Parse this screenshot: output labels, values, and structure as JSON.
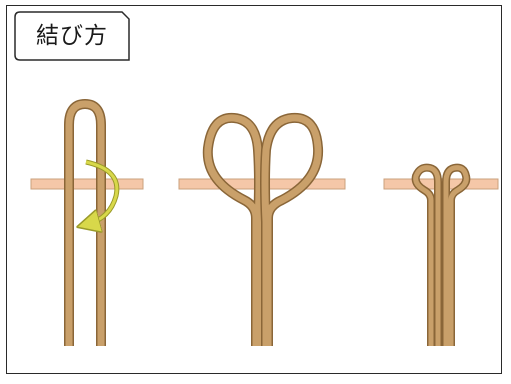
{
  "title": "結び方",
  "colors": {
    "cord_fill": "#c9a06a",
    "cord_outline": "#8a6638",
    "bar_fill": "#f5c7a8",
    "bar_outline": "#caa07d",
    "arrow": "#d8d84a",
    "frame": "#2a2a2a"
  },
  "steps": [
    {
      "name": "step-1-fold-and-wrap"
    },
    {
      "name": "step-2-double-loop"
    },
    {
      "name": "step-3-tightened-knot"
    }
  ]
}
